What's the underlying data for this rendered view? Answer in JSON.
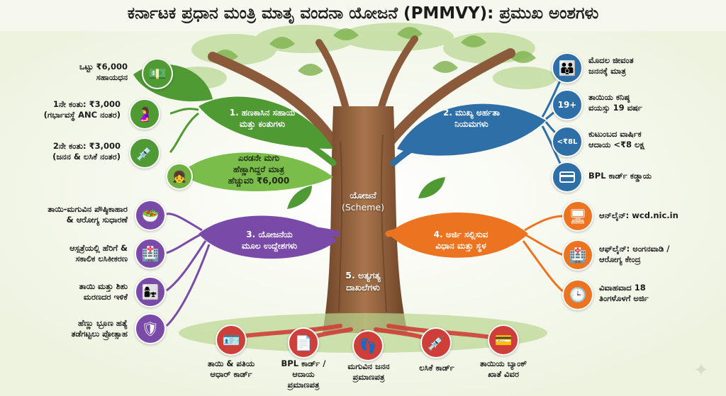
{
  "title": "ಕರ್ನಾಟಕ ಪ್ರಧಾನ ಮಂತ್ರಿ ಮಾತೃ ವಂದನಾ ಯೋಜನೆ (PMMVY): ಪ್ರಮುಖ ಅಂಶಗಳು",
  "center": {
    "line1": "ಯೋಜನೆ",
    "line2": "(Scheme)"
  },
  "branches": {
    "financial": {
      "title": [
        "1. ಹಣಕಾಸಿನ ಸಹಾಯ",
        "ಮತ್ತು ಕಂತುಗಳು"
      ],
      "second_child": [
        "ಎರಡನೇ ಮಗು",
        "ಹೆಣ್ಣಾಗಿದ್ದರೆ ಮಾತ್ರ",
        "ಹೆಚ್ಚುವರಿ ₹6,000"
      ],
      "items": [
        {
          "text": [
            "ಒಟ್ಟು ₹6,000",
            "ಸಹಾಯಧನ"
          ],
          "icon": "money-hand-icon"
        },
        {
          "text": [
            "1ನೇ ಕಂತು: ₹3,000",
            "(ಗರ್ಭಾವಸ್ಥೆ ANC ನಂತರ)"
          ],
          "icon": "pregnant-woman-icon"
        },
        {
          "text": [
            "2ನೇ ಕಂತು: ₹3,000",
            "(ಜನನ & ಲಸಿಕೆ ನಂತರ)"
          ],
          "icon": "vaccine-syringe-icon"
        }
      ]
    },
    "eligibility": {
      "title": [
        "2. ಮುಖ್ಯ ಅರ್ಹತಾ",
        "ನಿಯಮಗಳು"
      ],
      "items": [
        {
          "text": [
            "ಮೊದಲ ಜೀವಂತ",
            "ಜನನಕ್ಕೆ ಮಾತ್ರ"
          ],
          "icon": "family-icon"
        },
        {
          "text": [
            "ತಾಯಿಯ ಕನಿಷ್ಠ",
            "ವಯಸ್ಸು 19 ವರ್ಷ"
          ],
          "icon": "age-19-icon",
          "icon_text": "19+"
        },
        {
          "text": [
            "ಕುಟುಂಬದ ವಾರ್ಷಿಕ",
            "ಆದಾಯ <₹8 ಲಕ್ಷ"
          ],
          "icon": "money-bag-icon",
          "icon_text": "<₹8L"
        },
        {
          "text": [
            "BPL ಕಾರ್ಡ್ ಕಡ್ಡಾಯ"
          ],
          "icon": "card-icon"
        }
      ]
    },
    "objectives": {
      "title": [
        "3. ಯೋಜನೆಯ",
        "ಮೂಲ ಉದ್ದೇಶಗಳು"
      ],
      "items": [
        {
          "text": [
            "ತಾಯಿ-ಮಗುವಿನ ಪೌಷ್ಠಿಕಾಹಾರ",
            "& ಆರೋಗ್ಯ ಸುಧಾರಣೆ"
          ],
          "icon": "nutrition-bowl-icon"
        },
        {
          "text": [
            "ಆಸ್ಪತ್ರೆಯಲ್ಲಿ ಹೆರಿಗೆ &",
            "ಸಕಾಲಿಕ ಲಸಿಕೀಕರಣ"
          ],
          "icon": "hospital-icon"
        },
        {
          "text": [
            "ತಾಯಿ ಮತ್ತು ಶಿಶು",
            "ಮರಣದರ ಇಳಿಕೆ"
          ],
          "icon": "mother-child-down-icon"
        },
        {
          "text": [
            "ಹೆಣ್ಣು ಭ್ರೂಣ ಹತ್ಯೆ",
            "ತಡೆಗಟ್ಟಲು ಪ್ರೋತ್ಸಾಹ"
          ],
          "icon": "girl-shield-icon"
        }
      ]
    },
    "application": {
      "title": [
        "4. ಅರ್ಜಿ ಸಲ್ಲಿಸುವ",
        "ವಿಧಾನ ಮತ್ತು ಸ್ಥಳ"
      ],
      "items": [
        {
          "text": [
            "ಆನ್‌ಲೈನ್: wcd.nic.in"
          ],
          "icon": "computer-icon"
        },
        {
          "text": [
            "ಆಫ್‌ಲೈನ್: ಅಂಗನವಾಡಿ /",
            "ಆರೋಗ್ಯ ಕೇಂದ್ರ"
          ],
          "icon": "health-centre-icon"
        },
        {
          "text": [
            "ವಿವಾಹವಾದ 18",
            "ತಿಂಗಳೊಳಗೆ ಅರ್ಜಿ"
          ],
          "icon": "clock-icon"
        }
      ]
    },
    "documents": {
      "title": [
        "5. ಅತ್ಯಗತ್ಯ",
        "ದಾಖಲೆಗಳು"
      ],
      "items": [
        {
          "text": [
            "ತಾಯಿ & ಪತಿಯ",
            "ಆಧಾರ್ ಕಾರ್ಡ್"
          ],
          "icon": "id-card-icon"
        },
        {
          "text": [
            "BPL ಕಾರ್ಡ್ /",
            "ಆದಾಯ",
            "ಪ್ರಮಾಣಪತ್ರ"
          ],
          "icon": "bpl-document-icon"
        },
        {
          "text": [
            "ಮಗುವಿನ ಜನನ",
            "ಪ್ರಮಾಣಪತ್ರ"
          ],
          "icon": "footprint-certificate-icon"
        },
        {
          "text": [
            "ಲಸಿಕೆ ಕಾರ್ಡ್"
          ],
          "icon": "vaccine-card-icon"
        },
        {
          "text": [
            "ತಾಯಿಯ ಬ್ಯಾಂಕ್",
            "ಖಾತೆ ವಿವರ"
          ],
          "icon": "bank-card-icon"
        }
      ]
    }
  },
  "colors": {
    "green": "#4f9a33",
    "green_light": "#7bbd4a",
    "blue": "#2e6fa8",
    "purple": "#7a4aa8",
    "orange": "#ec7420",
    "red": "#cf3f3a",
    "trunk": "#8a5a3a"
  }
}
